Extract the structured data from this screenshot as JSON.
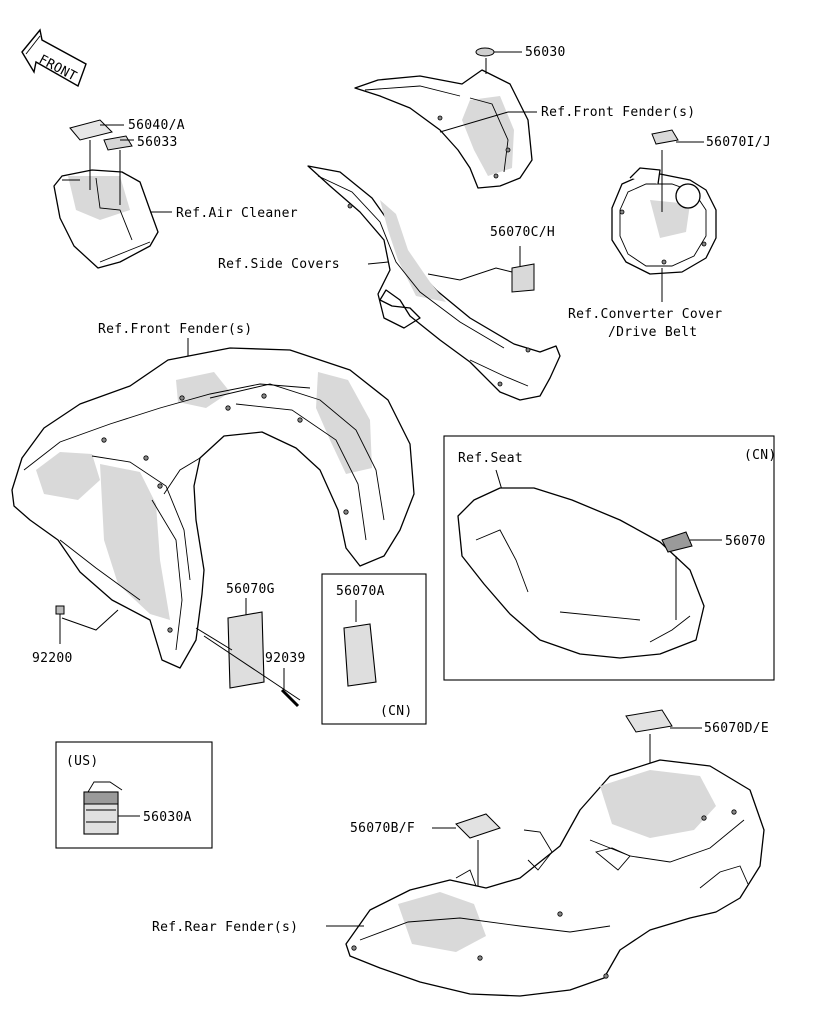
{
  "front_arrow": "FRONT",
  "labels": {
    "p56030": "56030",
    "ref_front_fender_top": "Ref.Front Fender(s)",
    "p56040a": "56040/A",
    "p56033": "56033",
    "p56070ij": "56070I/J",
    "ref_air_cleaner": "Ref.Air Cleaner",
    "p56070ch": "56070C/H",
    "ref_side_covers": "Ref.Side Covers",
    "ref_converter_1": "Ref.Converter Cover",
    "ref_converter_2": "/Drive Belt",
    "ref_front_fender_main": "Ref.Front Fender(s)",
    "ref_seat": "Ref.Seat",
    "cn_seat": "(CN)",
    "p56070": "56070",
    "p56070g": "56070G",
    "p56070a": "56070A",
    "cn_56070a": "(CN)",
    "p92039": "92039",
    "p92200": "92200",
    "us": "(US)",
    "p56030a": "56030A",
    "p56070de": "56070D/E",
    "p56070bf": "56070B/F",
    "ref_rear_fender": "Ref.Rear Fender(s)"
  }
}
